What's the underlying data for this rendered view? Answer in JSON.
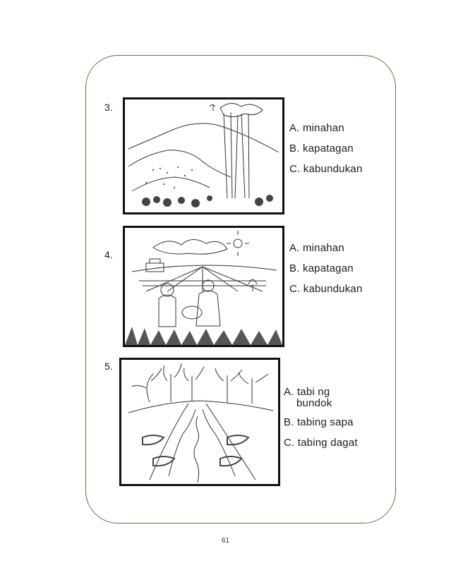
{
  "questions": [
    {
      "number": "3.",
      "illustration": "hills-and-trees-drawing",
      "choices": [
        "A. minahan",
        "B. kapatagan",
        "C. kabundukan"
      ]
    },
    {
      "number": "4.",
      "illustration": "farmers-in-field-drawing",
      "choices": [
        "A. minahan",
        "B. kapatagan",
        "C. kabundukan"
      ]
    },
    {
      "number": "5.",
      "illustration": "river-with-trees-drawing",
      "choices": [
        "A. tabi  ng",
        "bundok",
        "B. tabing sapa",
        "C. tabing dagat"
      ]
    }
  ],
  "page_number": "61"
}
